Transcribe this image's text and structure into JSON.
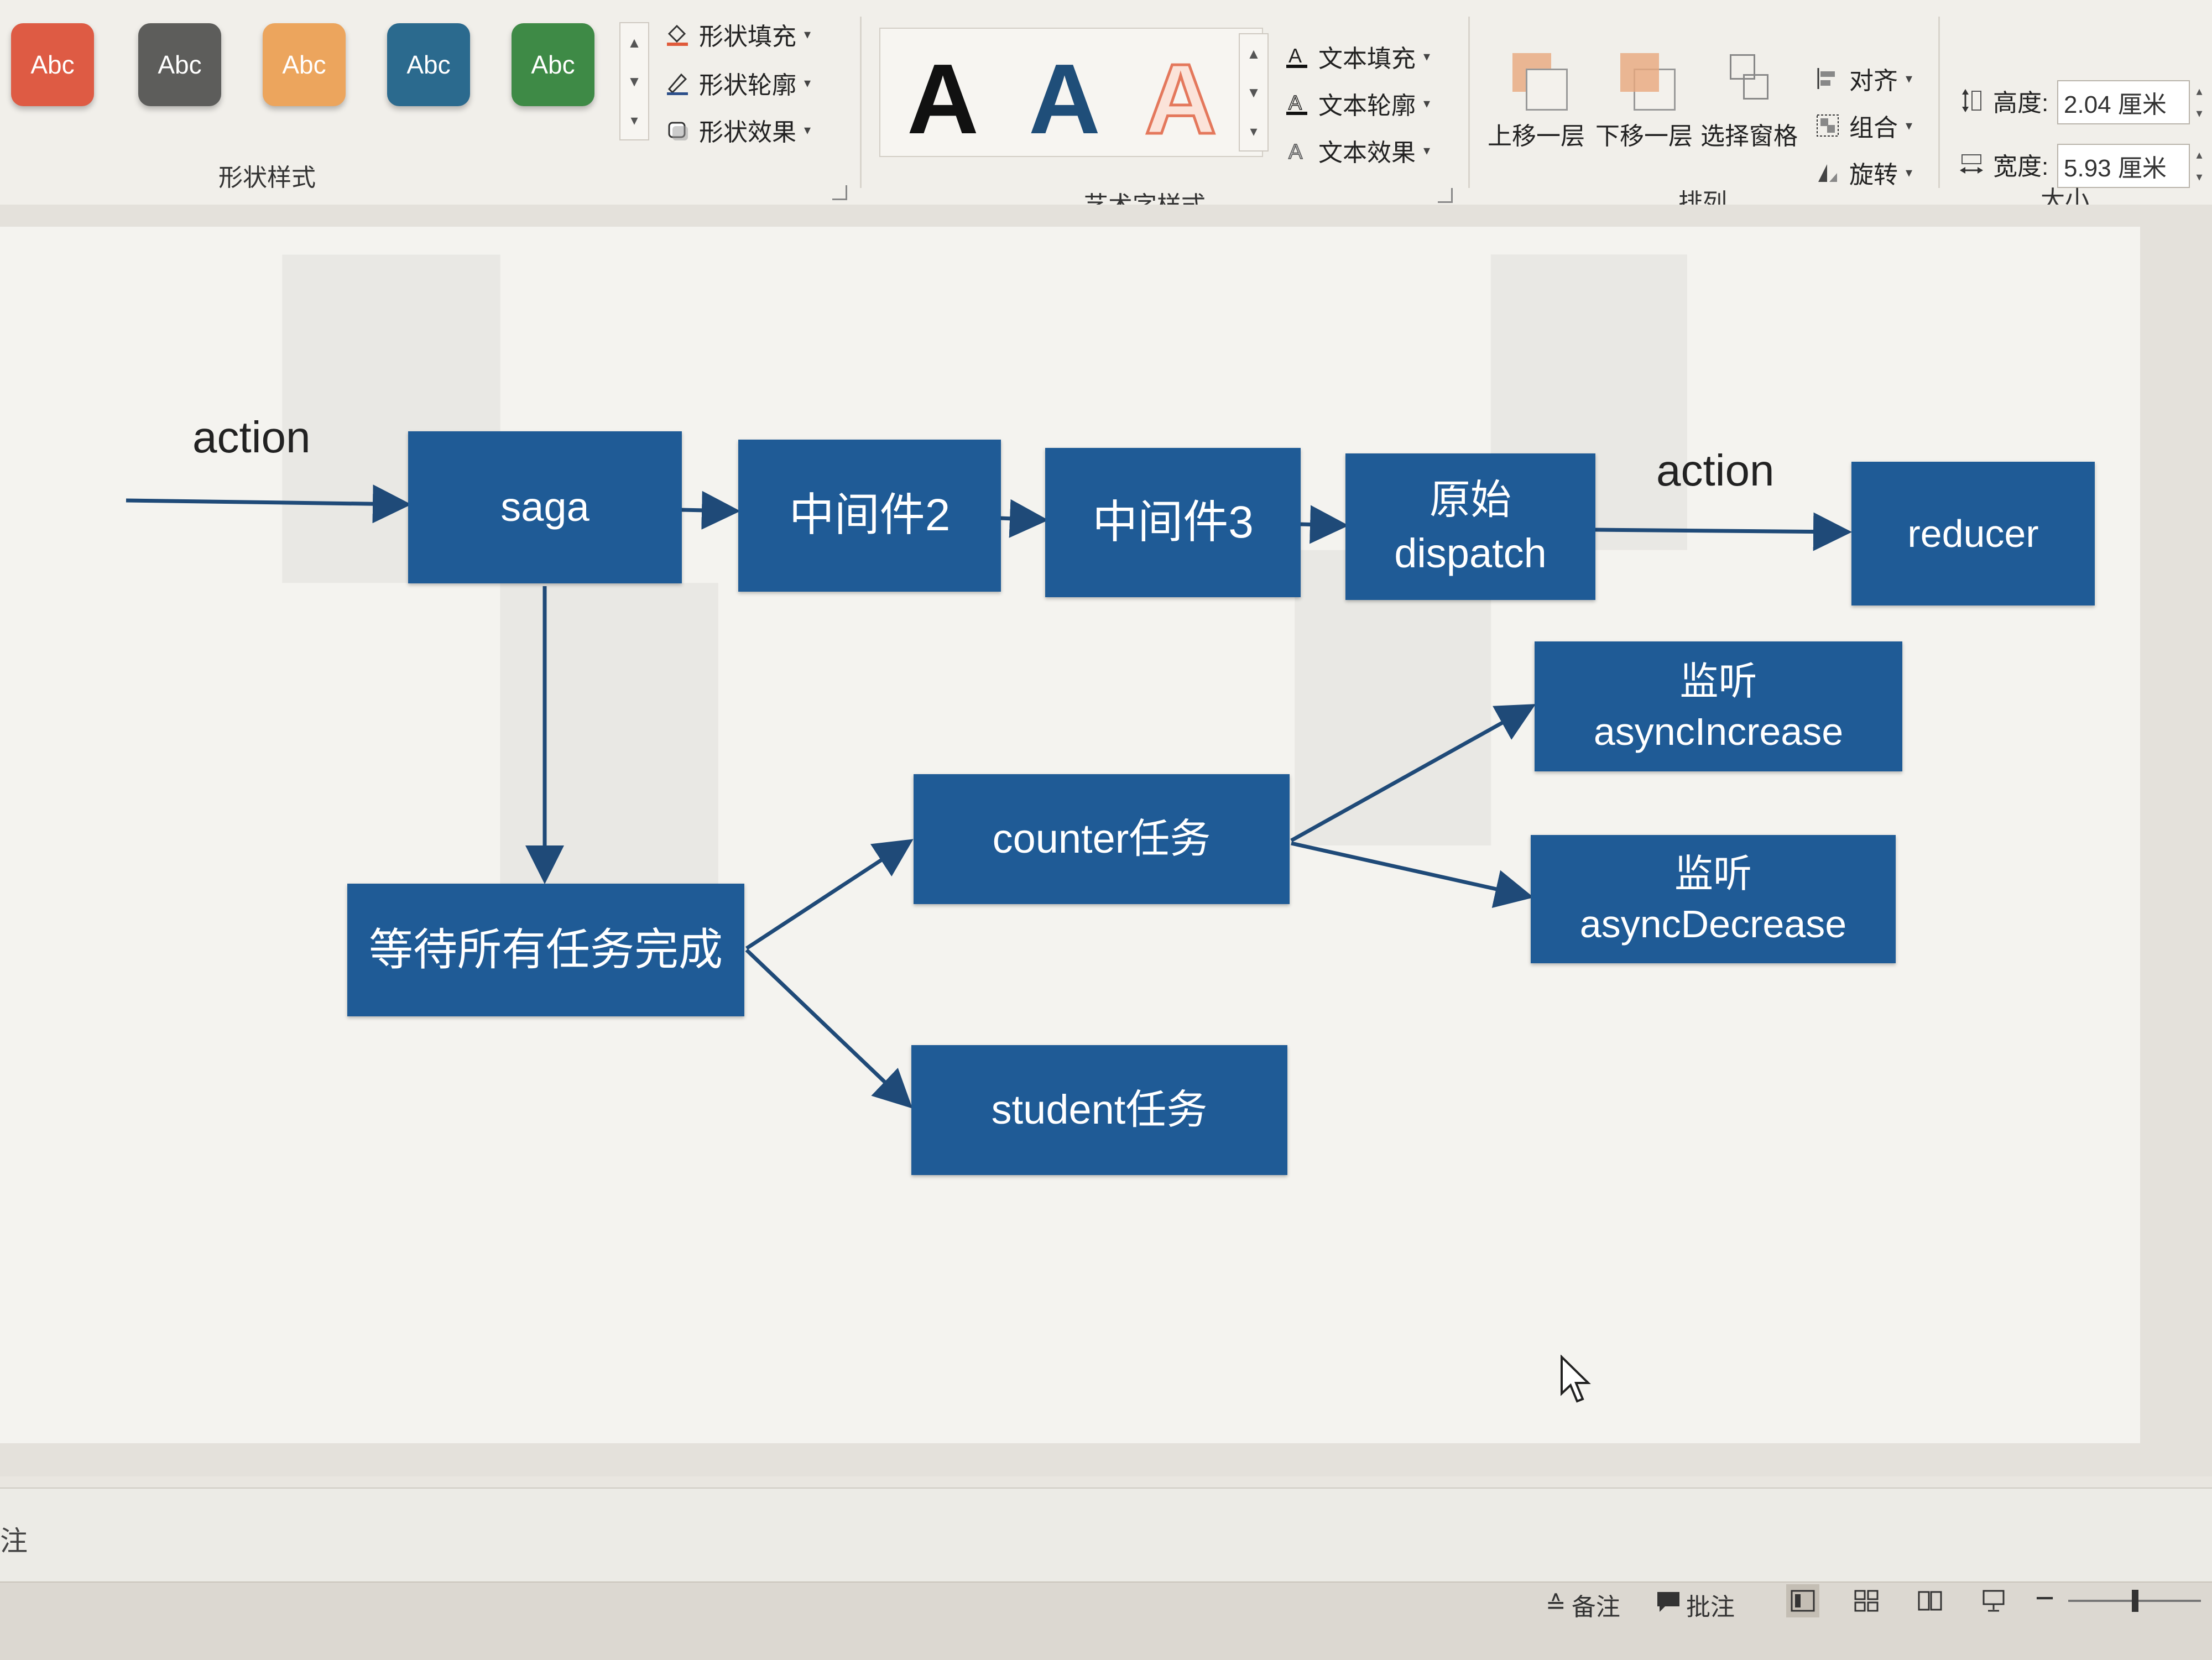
{
  "ribbon": {
    "shape_styles": {
      "group_label": "形状样式",
      "buttons": [
        {
          "label": "Abc",
          "color": "#de5b44"
        },
        {
          "label": "Abc",
          "color": "#5d5d5b"
        },
        {
          "label": "Abc",
          "color": "#eca55d"
        },
        {
          "label": "Abc",
          "color": "#2b6a8e"
        },
        {
          "label": "Abc",
          "color": "#3e8a46"
        }
      ],
      "shape_fill": "形状填充",
      "shape_outline": "形状轮廓",
      "shape_effects": "形状效果"
    },
    "wordart": {
      "group_label": "艺术字样式",
      "samples": [
        "A",
        "A",
        "A"
      ],
      "sample_colors": [
        "#111111",
        "#1f4e79",
        "#e4785c"
      ],
      "text_fill": "文本填充",
      "text_outline": "文本轮廓",
      "text_effects": "文本效果"
    },
    "arrange": {
      "group_label": "排列",
      "bring_forward": "上移一层",
      "send_backward": "下移一层",
      "selection_pane": "选择窗格",
      "align": "对齐",
      "group": "组合",
      "rotate": "旋转"
    },
    "size": {
      "group_label": "大小",
      "height_label": "高度:",
      "height_value": "2.04 厘米",
      "width_label": "宽度:",
      "width_value": "5.93 厘米"
    }
  },
  "diagram": {
    "accent_color": "#1f5b96",
    "label_action_left": "action",
    "label_action_right": "action",
    "boxes": {
      "saga": "saga",
      "middleware2": "中间件2",
      "middleware3": "中间件3",
      "original_dispatch_line1": "原始",
      "original_dispatch_line2": "dispatch",
      "reducer": "reducer",
      "wait_all": "等待所有任务完成",
      "counter_task": "counter任务",
      "student_task": "student任务",
      "listen_increase_line1": "监听",
      "listen_increase_line2": "asyncIncrease",
      "listen_decrease_line1": "监听",
      "listen_decrease_line2": "asyncDecrease"
    }
  },
  "statusbar": {
    "left_text": "注",
    "notes": "备注",
    "comments": "批注"
  }
}
